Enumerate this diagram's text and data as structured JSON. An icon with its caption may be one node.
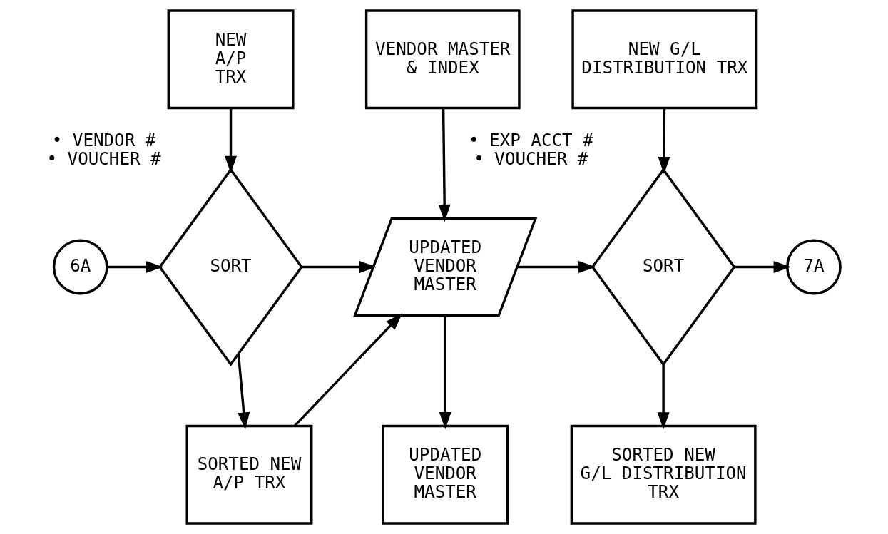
{
  "diagram": {
    "nodes": [
      {
        "text": [
          "NEW A/P TRX"
        ]
      },
      {
        "text": [
          "VENDOR MASTER & INDEX"
        ]
      },
      {
        "text": [
          "NEW G/L DISTRIBUTION TRX"
        ]
      },
      {
        "text": [
          "6A"
        ]
      },
      {
        "text": [
          "SORT"
        ],
        "beside": [
          "• VENDOR #",
          "• VOUCHER #"
        ]
      },
      {
        "text": [
          "UPDATED VENDOR MASTER"
        ]
      },
      {
        "text": [
          "SORT"
        ],
        "beside": [
          "• EXP ACCT #",
          "• VOUCHER #"
        ]
      },
      {
        "text": [
          "7A"
        ]
      },
      {
        "text": [
          "SORTED NEW A/P TRX"
        ]
      },
      {
        "text": [
          "UPDATED VENDOR MASTER"
        ]
      },
      {
        "text": [
          "SORTED NEW G/L DISTRIBUTION TRX"
        ]
      }
    ],
    "edges": [
      {
        "from": 3,
        "to": 4,
        "arrow": "to"
      },
      {
        "from": 0,
        "to": 4,
        "arrow": "to"
      },
      {
        "from": 4,
        "to": 8,
        "arrow": "to"
      },
      {
        "from": 8,
        "to": 5,
        "arrow": "to"
      },
      {
        "from": 4,
        "to": 5,
        "arrow": "to"
      },
      {
        "from": 1,
        "to": 5,
        "arrow": "to"
      },
      {
        "from": 5,
        "to": 9,
        "arrow": "to"
      },
      {
        "from": 5,
        "to": 6,
        "arrow": "to"
      },
      {
        "from": 2,
        "to": 6,
        "arrow": "to"
      },
      {
        "from": 6,
        "to": 10,
        "arrow": "to"
      },
      {
        "from": 6,
        "to": 7,
        "arrow": "to"
      }
    ]
  }
}
